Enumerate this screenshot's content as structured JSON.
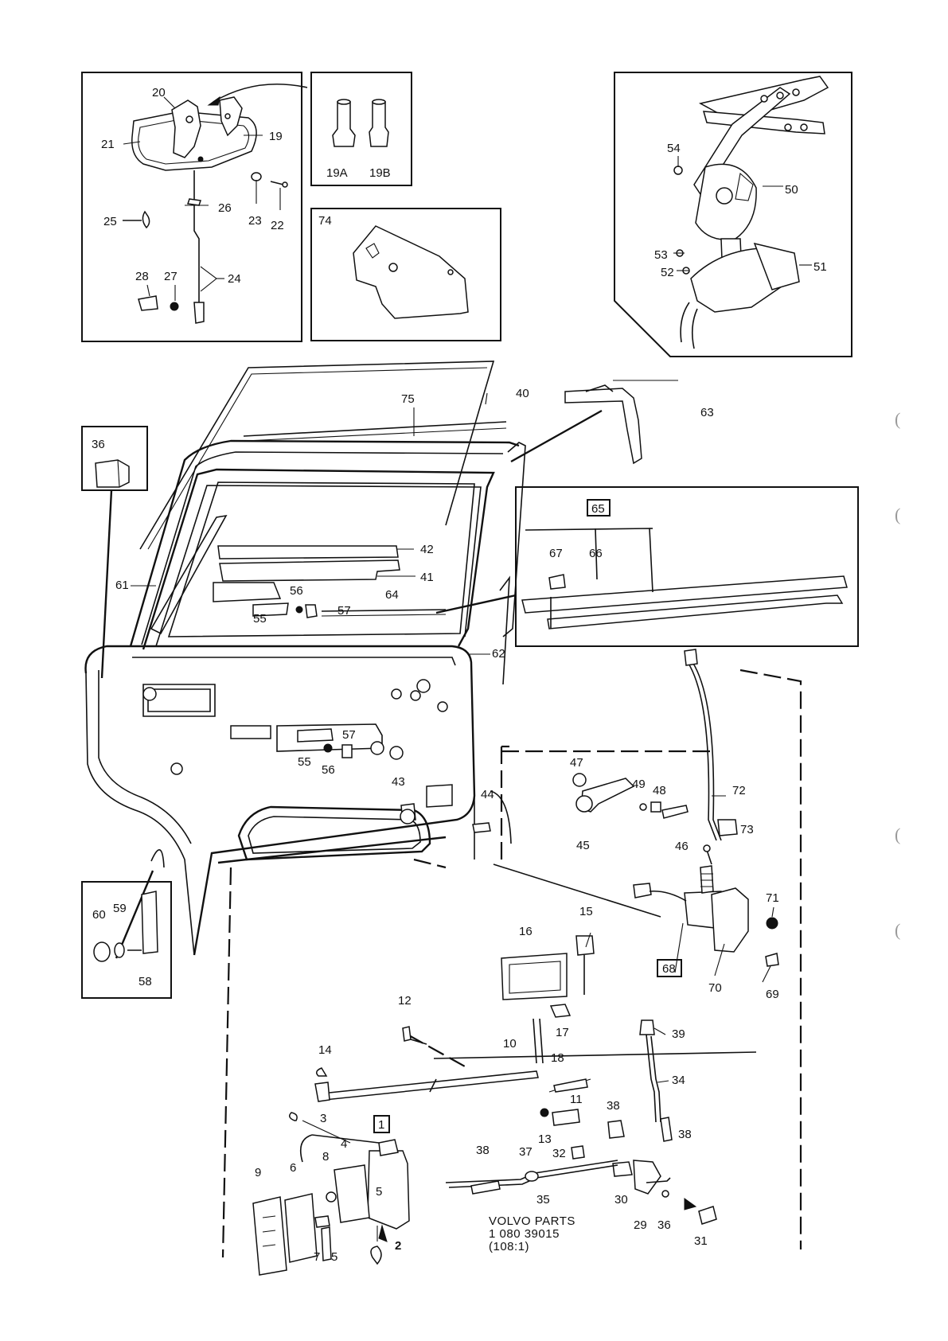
{
  "catalog": {
    "brand": "VOLVO PARTS",
    "number": "1 080 39015",
    "scale": "(108:1)"
  },
  "callouts": {
    "c1": "1",
    "c2": "2",
    "c3": "3",
    "c4": "4",
    "c5a": "5",
    "c5b": "5",
    "c6": "6",
    "c7": "7",
    "c8": "8",
    "c9": "9",
    "c10": "10",
    "c11": "11",
    "c12": "12",
    "c13": "13",
    "c14": "14",
    "c15": "15",
    "c16": "16",
    "c17": "17",
    "c18": "18",
    "c19": "19",
    "c19a": "19A",
    "c19b": "19B",
    "c20": "20",
    "c21": "21",
    "c22": "22",
    "c23": "23",
    "c24": "24",
    "c25": "25",
    "c26": "26",
    "c27": "27",
    "c28": "28",
    "c29": "29",
    "c30": "30",
    "c31": "31",
    "c32": "32",
    "c34": "34",
    "c35": "35",
    "c36a": "36",
    "c36b": "36",
    "c37": "37",
    "c38a": "38",
    "c38b": "38",
    "c38c": "38",
    "c39": "39",
    "c40": "40",
    "c41": "41",
    "c42": "42",
    "c43": "43",
    "c44": "44",
    "c45": "45",
    "c46": "46",
    "c47": "47",
    "c48": "48",
    "c49": "49",
    "c50": "50",
    "c51": "51",
    "c52": "52",
    "c53": "53",
    "c54": "54",
    "c55a": "55",
    "c55b": "55",
    "c56a": "56",
    "c56b": "56",
    "c57a": "57",
    "c57b": "57",
    "c58": "58",
    "c59": "59",
    "c60": "60",
    "c61": "61",
    "c62": "62",
    "c63": "63",
    "c64": "64",
    "c65": "65",
    "c66": "66",
    "c67": "67",
    "c68": "68",
    "c69": "69",
    "c70": "70",
    "c71": "71",
    "c72": "72",
    "c73": "73",
    "c74": "74",
    "c75": "75"
  },
  "margin_marks": [
    "(",
    "(",
    "(",
    "("
  ]
}
